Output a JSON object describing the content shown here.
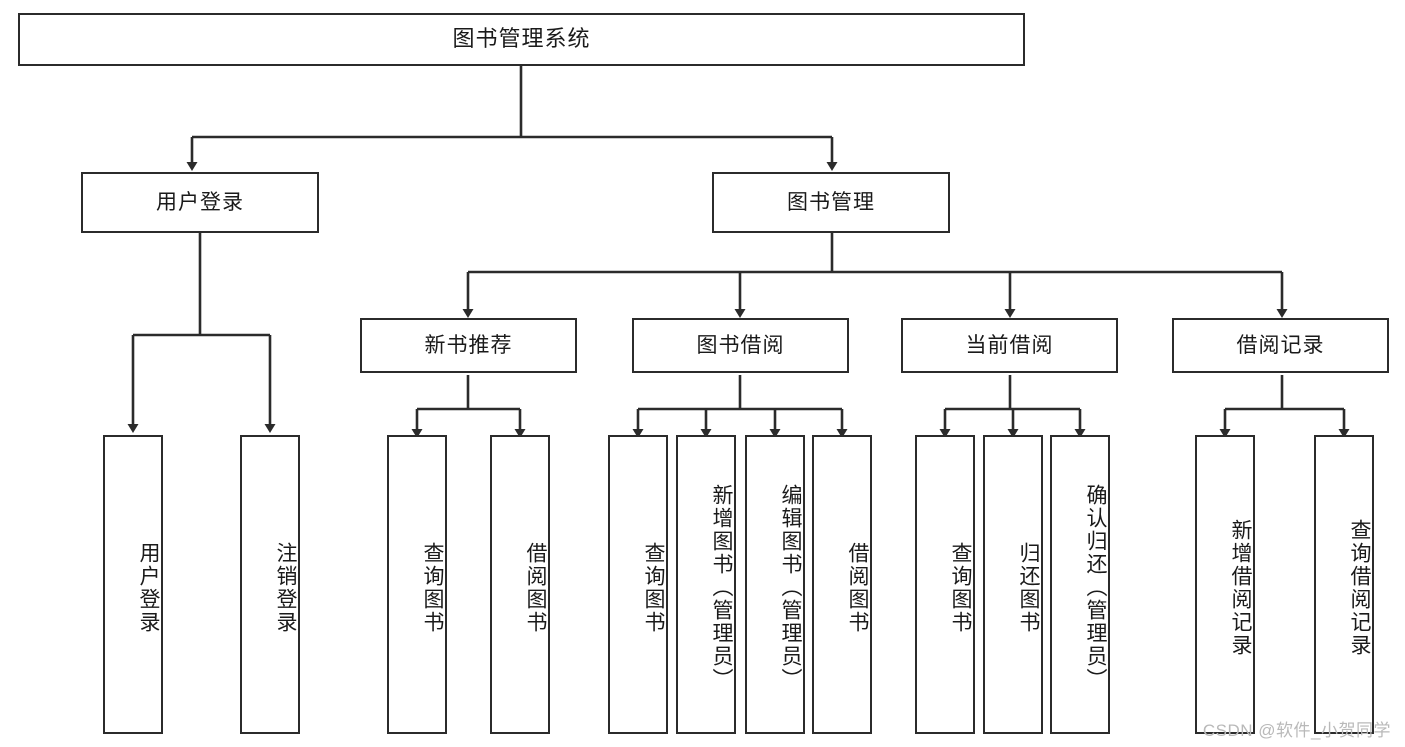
{
  "diagram": {
    "type": "tree-hierarchy",
    "title": "图书管理系统",
    "watermark": "CSDN @软件_小贺同学",
    "colors": {
      "stroke": "#2b2b2b",
      "fill": "#ffffff",
      "text": "#1a1a1a",
      "watermark": "#b9b9b9"
    },
    "nodes": {
      "root": {
        "label": "图书管理系统",
        "level": 1,
        "orientation": "horizontal"
      },
      "level2": [
        {
          "id": "user-login",
          "label": "用户登录",
          "orientation": "horizontal"
        },
        {
          "id": "book-manage",
          "label": "图书管理",
          "orientation": "horizontal"
        }
      ],
      "level3": [
        {
          "id": "new-book-rec",
          "label": "新书推荐",
          "orientation": "horizontal",
          "parent": "book-manage"
        },
        {
          "id": "book-borrow",
          "label": "图书借阅",
          "orientation": "horizontal",
          "parent": "book-manage"
        },
        {
          "id": "current-borrow",
          "label": "当前借阅",
          "orientation": "horizontal",
          "parent": "book-manage"
        },
        {
          "id": "borrow-record",
          "label": "借阅记录",
          "orientation": "horizontal",
          "parent": "book-manage"
        }
      ],
      "leaves": {
        "user-login": [
          {
            "id": "leaf-user-login",
            "label": "用户登录"
          },
          {
            "id": "leaf-user-logout",
            "label": "注销登录"
          }
        ],
        "new-book-rec": [
          {
            "id": "leaf-query-book-1",
            "label": "查询图书"
          },
          {
            "id": "leaf-borrow-book-1",
            "label": "借阅图书"
          }
        ],
        "book-borrow": [
          {
            "id": "leaf-query-book-2",
            "label": "查询图书"
          },
          {
            "id": "leaf-add-book",
            "label": "新增图书（管理员）"
          },
          {
            "id": "leaf-edit-book",
            "label": "编辑图书（管理员）"
          },
          {
            "id": "leaf-borrow-book-2",
            "label": "借阅图书"
          }
        ],
        "current-borrow": [
          {
            "id": "leaf-query-book-3",
            "label": "查询图书"
          },
          {
            "id": "leaf-return-book",
            "label": "归还图书"
          },
          {
            "id": "leaf-confirm-return",
            "label": "确认归还（管理员）"
          }
        ],
        "borrow-record": [
          {
            "id": "leaf-add-record",
            "label": "新增借阅记录"
          },
          {
            "id": "leaf-query-record",
            "label": "查询借阅记录"
          }
        ]
      }
    }
  }
}
